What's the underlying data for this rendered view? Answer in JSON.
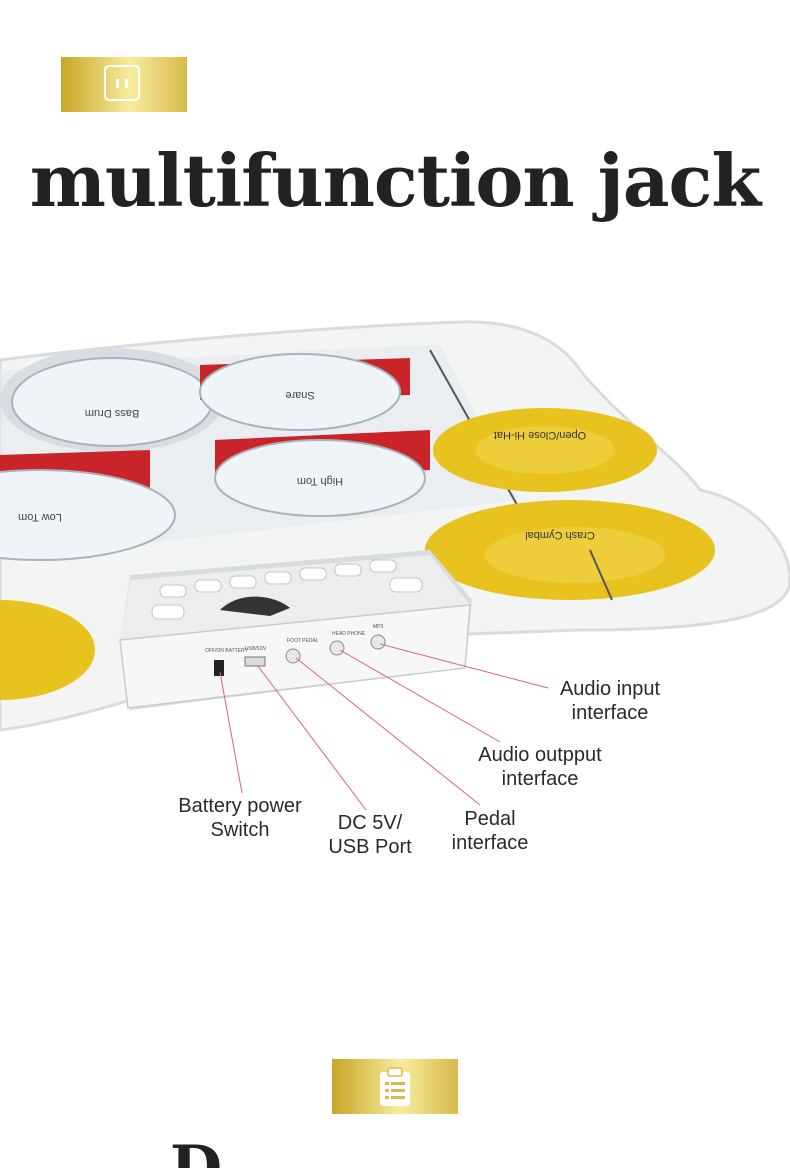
{
  "title": "multifunction jack",
  "callouts": {
    "audio_input": "Audio input\ninterface",
    "audio_output": "Audio outpput\ninterface",
    "battery": "Battery power\nSwitch",
    "dc": "DC 5V/\nUSB Port",
    "pedal": "Pedal\ninterface"
  },
  "pads": {
    "bass": "Bass Drum",
    "snare": "Snare",
    "high_tom": "High Tom",
    "low_tom": "Low Tom",
    "hihat": "Open/Close Hi-Hat",
    "crash": "Crash Cymbal"
  },
  "ports": {
    "battery": "OFF/ON BATTERY",
    "usb": "USB/5DV",
    "foot": "FOOT PEDAL",
    "head": "HEAD PHONE",
    "mp3": "MP3"
  },
  "colors": {
    "gold_light": "#f7ec9e",
    "gold_dark": "#c9a626",
    "drum_red": "#c8242a",
    "cymbal_yellow": "#e8c21e",
    "leader_line": "#d9666b"
  },
  "icons": {
    "top_badge": "power-socket-icon",
    "bottom_badge": "clipboard-icon"
  },
  "next_section_peek": "D"
}
